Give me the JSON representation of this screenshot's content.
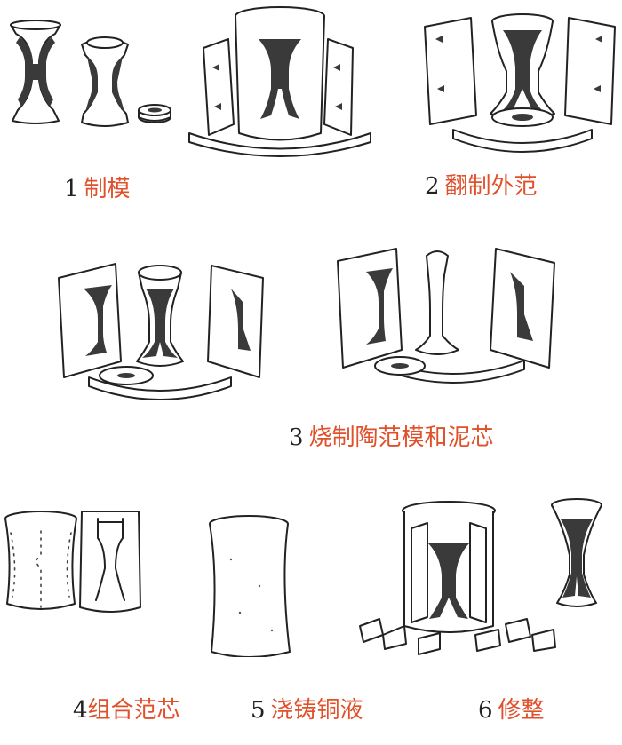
{
  "steps": [
    {
      "number": "1",
      "label": "制模"
    },
    {
      "number": "2",
      "label": "翻制外范"
    },
    {
      "number": "3",
      "label": "烧制陶范模和泥芯"
    },
    {
      "number": "4",
      "label": "组合范芯"
    },
    {
      "number": "5",
      "label": "浇铸铜液"
    },
    {
      "number": "6",
      "label": "修整"
    }
  ],
  "colors": {
    "label_text": "#e0502a",
    "number_text": "#222222",
    "line_art": "#222222"
  }
}
